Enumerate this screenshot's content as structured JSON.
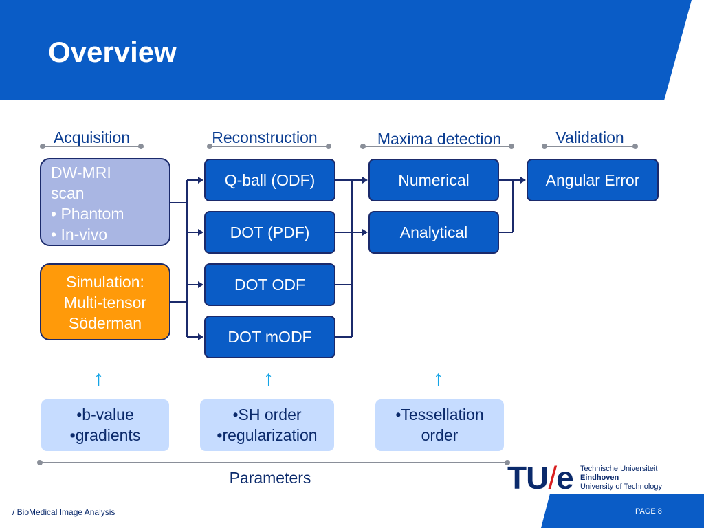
{
  "slide": {
    "title": "Overview",
    "footer_left": "/ BioMedical Image Analysis",
    "footer_right": "PAGE 8"
  },
  "logo": {
    "tu": "TU",
    "slash": "/",
    "e": "e",
    "line1": "Technische Universiteit",
    "line2": "Eindhoven",
    "line3": "University of Technology"
  },
  "stages": [
    "Acquisition",
    "Reconstruction",
    "Maxima detection",
    "Validation"
  ],
  "acquisition": {
    "dwmri": [
      "DW-MRI",
      "scan",
      "• Phantom",
      "• In-vivo"
    ],
    "simulation": [
      "Simulation:",
      "Multi-tensor",
      "Söderman"
    ]
  },
  "reconstruction": [
    "Q-ball (ODF)",
    "DOT (PDF)",
    "DOT ODF",
    "DOT mODF"
  ],
  "maxima": [
    "Numerical",
    "Analytical"
  ],
  "validation": [
    "Angular Error"
  ],
  "parameters": {
    "label": "Parameters",
    "acquisition": [
      "•b-value",
      "•gradients"
    ],
    "reconstruction": [
      "•SH order",
      "•regularization"
    ],
    "maxima": [
      "•Tessellation",
      "order"
    ]
  },
  "colors": {
    "header_blue": "#0a5cc6",
    "box_blue": "#0a5cc6",
    "lavender": "#a9b6e3",
    "orange": "#ff9a0a",
    "param_bg": "#c6dcff",
    "arrow_cyan": "#14a4e6",
    "logo_red": "#d81e1e"
  }
}
